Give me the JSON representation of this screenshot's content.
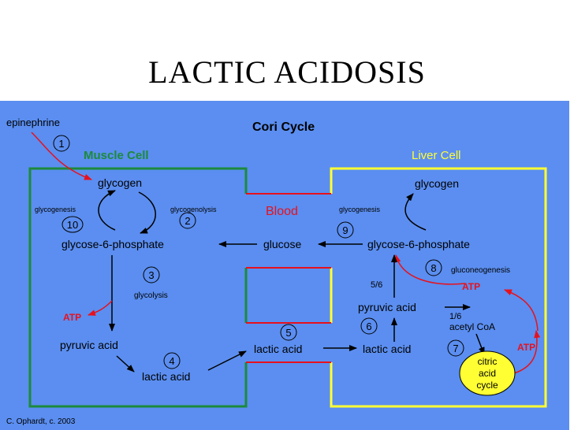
{
  "slide": {
    "title": "LACTIC ACIDOSIS"
  },
  "diagram": {
    "heading": "Cori Cycle",
    "credit": "C. Ophardt, c. 2003",
    "colors": {
      "background": "#5b8ef0",
      "muscle": "#1c8a3c",
      "liver": "#ffff33",
      "blood": "#e8101c",
      "text": "#000000"
    },
    "muscle": {
      "label": "Muscle Cell",
      "epinephrine": "epinephrine",
      "glycogen": "glycogen",
      "glycogenesis": "glycogenesis",
      "glycogenolysis": "glycogenolysis",
      "g6p": "glycose-6-phosphate",
      "glycolysis": "glycolysis",
      "atp": "ATP",
      "pyruvic": "pyruvic acid",
      "lactic": "lactic acid"
    },
    "blood": {
      "label": "Blood",
      "glucose": "glucose",
      "lactic": "lactic acid"
    },
    "liver": {
      "label": "Liver Cell",
      "glycogen": "glycogen",
      "glycogenesis": "glycogenesis",
      "g6p": "glycose-6-phosphate",
      "gluconeogenesis": "gluconeogenesis",
      "atp1": "ATP",
      "ratio": "5/6",
      "pyruvic": "pyruvic acid",
      "frac": "1/6",
      "acetyl": "acetyl CoA",
      "lactic": "lactic acid",
      "atp2": "ATP",
      "citric1": "citric",
      "citric2": "acid",
      "citric3": "cycle"
    },
    "steps": [
      "1",
      "2",
      "3",
      "4",
      "5",
      "6",
      "7",
      "8",
      "9",
      "10"
    ]
  }
}
